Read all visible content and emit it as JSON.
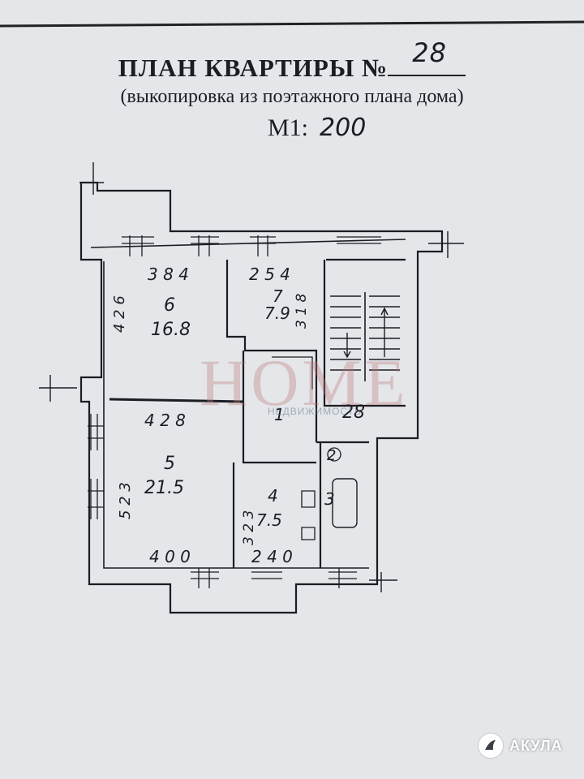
{
  "document": {
    "title": "ПЛАН КВАРТИРЫ №",
    "apartment_number": "28",
    "subtitle": "(выкопировка из поэтажного плана дома)",
    "scale_label": "М1:",
    "scale_value": "200"
  },
  "rooms": [
    {
      "number": "6",
      "area": "16.8",
      "width": "3 8 4",
      "depth": "4 2 6"
    },
    {
      "number": "7",
      "area": "7.9",
      "width": "2 5 4",
      "depth": "3 1 8"
    },
    {
      "number": "5",
      "area": "21.5",
      "width": "4 2 8",
      "depth": "5 2 3",
      "bottom": "4 0 0"
    },
    {
      "number": "4",
      "area": "7.5",
      "width": "2 4 0",
      "depth": "3 2 3"
    },
    {
      "number": "1"
    },
    {
      "number": "3"
    },
    {
      "number": "2"
    }
  ],
  "labels": {
    "stair_number": "28"
  },
  "watermark": {
    "text": "HOME",
    "sub": "НЕДВИЖИМОСТЬ"
  },
  "logo": {
    "text": "АКУЛА"
  }
}
